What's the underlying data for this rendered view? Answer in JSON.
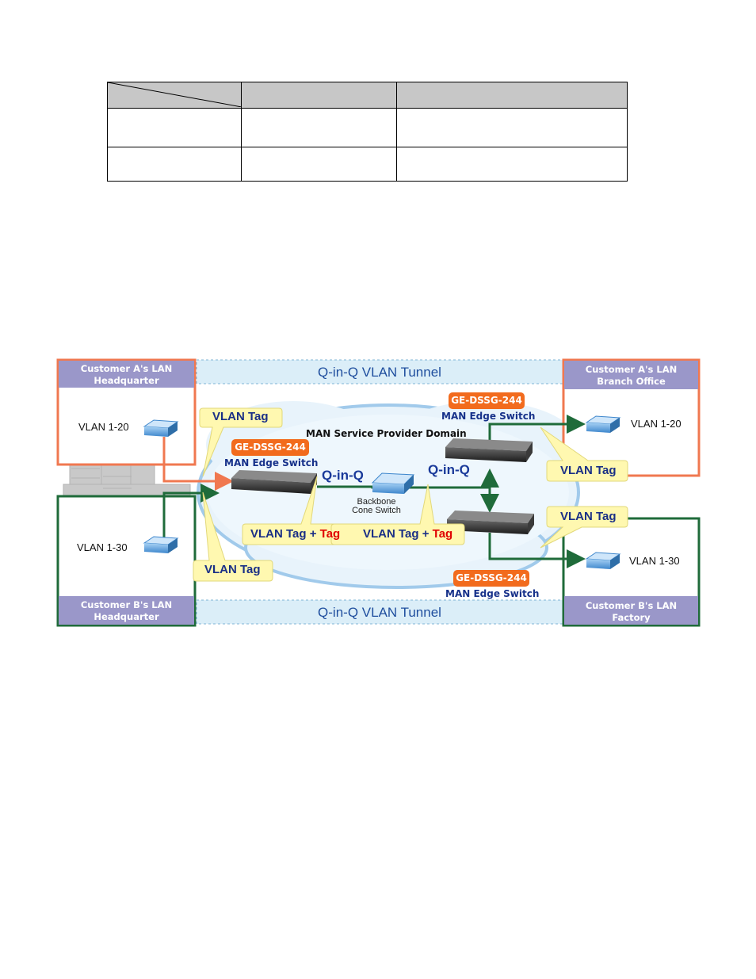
{
  "table": {
    "rows": [
      [
        "",
        "",
        ""
      ],
      [
        "",
        "",
        ""
      ],
      [
        "",
        "",
        ""
      ]
    ]
  },
  "diagram": {
    "tunnel_top": "Q-in-Q VLAN Tunnel",
    "tunnel_bottom": "Q-in-Q VLAN Tunnel",
    "domain": "MAN Service Provider Domain",
    "customer_a_hq": {
      "line1": "Customer A's LAN",
      "line2": "Headquarter",
      "vlan": "VLAN 1-20"
    },
    "customer_b_hq": {
      "line1": "Customer B's LAN",
      "line2": "Headquarter",
      "vlan": "VLAN 1-30"
    },
    "customer_a_branch": {
      "line1": "Customer A's LAN",
      "line2": "Branch Office",
      "vlan": "VLAN 1-20"
    },
    "customer_b_factory": {
      "line1": "Customer B's LAN",
      "line2": "Factory",
      "vlan": "VLAN 1-30"
    },
    "edge_switches": [
      {
        "model": "GE-DSSG-244",
        "role": "MAN Edge Switch"
      },
      {
        "model": "GE-DSSG-244",
        "role": "MAN Edge Switch"
      },
      {
        "model": "GE-DSSG-244",
        "role": "MAN Edge Switch"
      }
    ],
    "qinq": [
      "Q-in-Q",
      "Q-in-Q"
    ],
    "backbone": {
      "line1": "Backbone",
      "line2": "Cone Switch"
    },
    "callouts": {
      "vlan_tag": "VLAN Tag",
      "vlan_tag_plus": "VLAN Tag + ",
      "tag": "Tag"
    },
    "colors": {
      "customer_a": "#f07850",
      "customer_b": "#1f6b3a",
      "header_band": "#9a97c9",
      "tunnel_band": "#dbeef8",
      "callout": "#fff8b0",
      "badge": "#f26b1d"
    }
  }
}
